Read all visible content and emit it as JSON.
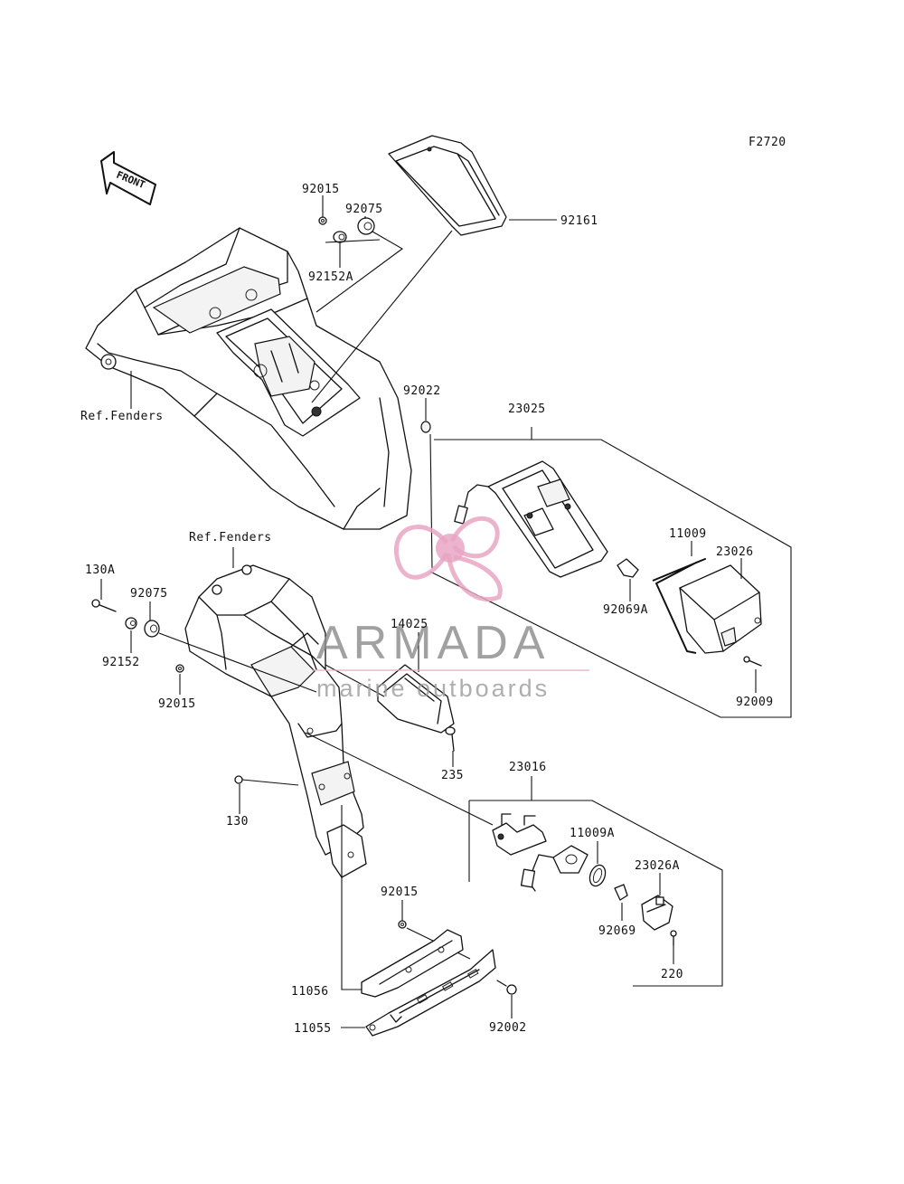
{
  "diagram_code": "F2720",
  "front_arrow_label": "FRONT",
  "labels": {
    "p92015_top": "92015",
    "p92075_top": "92075",
    "p92161": "92161",
    "p92152A": "92152A",
    "ref_fenders_top": "Ref.Fenders",
    "p92022": "92022",
    "p23025": "23025",
    "p11009": "11009",
    "p23026": "23026",
    "p92069A": "92069A",
    "p92009": "92009",
    "ref_fenders_mid": "Ref.Fenders",
    "p130A": "130A",
    "p92075_mid": "92075",
    "p92152": "92152",
    "p92015_mid": "92015",
    "p14025": "14025",
    "p235": "235",
    "p130": "130",
    "p23016": "23016",
    "p11009A": "11009A",
    "p23026A": "23026A",
    "p92069": "92069",
    "p220": "220",
    "p92015_bot": "92015",
    "p11056": "11056",
    "p11055": "11055",
    "p92002": "92002"
  },
  "watermark": {
    "brand": "ARMADA",
    "tagline": "marine outboards",
    "logo_color": "#e7a6c3"
  }
}
